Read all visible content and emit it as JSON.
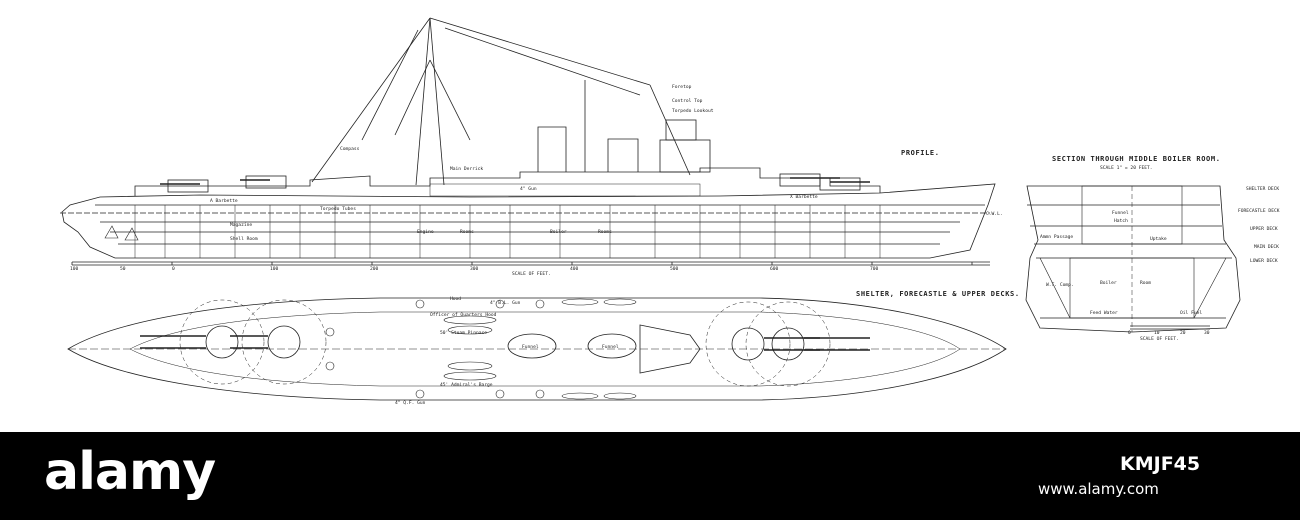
{
  "plate": {
    "profile_title": "PROFILE.",
    "section_title": "SECTION THROUGH MIDDLE BOILER ROOM.",
    "section_scale": "SCALE 1\" = 20 FEET.",
    "deck_plan_title": "SHELTER, FORECASTLE & UPPER DECKS.",
    "profile_scale": "SCALE OF FEET.",
    "section_scale_feet": "SCALE OF FEET.",
    "deck_labels": [
      "SHELTER DECK",
      "FORECASTLE DECK",
      "UPPER DECK",
      "MAIN DECK",
      "LOWER DECK"
    ],
    "profile_labels": [
      "Engine",
      "Rooms",
      "Boiler",
      "Rooms",
      "Main Derrick",
      "Compass",
      "Foretop",
      "Control Top",
      "Torpedo Lookout",
      "A Barbette",
      "X Barbette",
      "Magazine",
      "Shell Room",
      "Torpedo Tubes",
      "4\" Gun",
      "C.W.L."
    ],
    "section_labels": [
      "Funnel",
      "Hatch",
      "Boiler",
      "Room",
      "Oil Fuel",
      "Feed Water",
      "W.T. Comp.",
      "Uptake",
      "Ammn Passage"
    ],
    "deck_plan_labels": [
      "Funnel",
      "Funnel",
      "50' Steam Pinnace",
      "45' Admiral's Barge",
      "4\" B.L. Gun",
      "4\" Q.F. Gun",
      "Officer of Quarters Hood",
      "Hood"
    ],
    "profile_scale_ticks": [
      "100",
      "50",
      "0",
      "100",
      "200",
      "300",
      "400",
      "500",
      "600",
      "700"
    ],
    "section_scale_ticks": [
      "0",
      "10",
      "20",
      "30"
    ]
  },
  "watermark": {
    "brand": "alamy",
    "image_id": "KMJF45",
    "site": "www.alamy.com"
  },
  "colors": {
    "ink": "#222222",
    "paper": "#ffffff",
    "bar": "#000000",
    "bar_text": "#ffffff"
  }
}
